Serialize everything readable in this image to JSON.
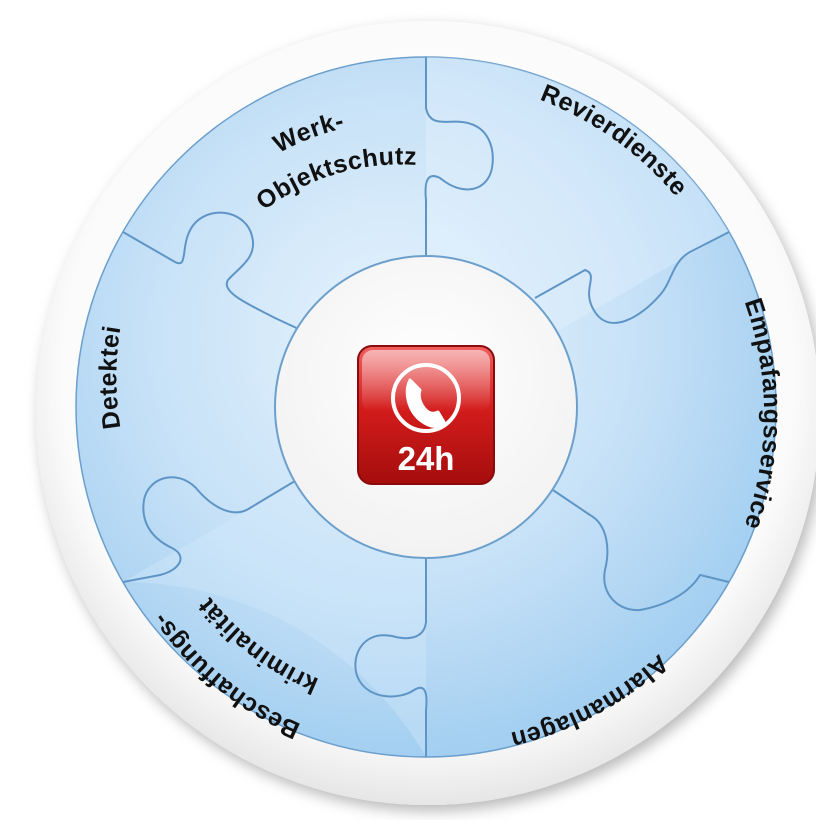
{
  "diagram": {
    "center_badge": {
      "icon": "phone-icon",
      "text": "24h",
      "color": "#cc1a1a"
    },
    "segments": [
      {
        "id": "werk-objektschutz",
        "lines": [
          "Werk-",
          "Objektschutz"
        ]
      },
      {
        "id": "revierdienste",
        "lines": [
          "Revierdienste"
        ]
      },
      {
        "id": "empfangsservice",
        "lines": [
          "Empafangsservice"
        ]
      },
      {
        "id": "alarmanlagen",
        "lines": [
          "Alarmanlagen"
        ]
      },
      {
        "id": "beschaffungskriminalitaet",
        "lines": [
          "Beschaffungs-",
          "kriminalität"
        ]
      },
      {
        "id": "detektei",
        "lines": [
          "Detektei"
        ]
      }
    ],
    "colors": {
      "puzzle_fill": "#c9e3f8",
      "puzzle_stroke": "#5b8fbf",
      "ring": "#ffffff"
    }
  }
}
